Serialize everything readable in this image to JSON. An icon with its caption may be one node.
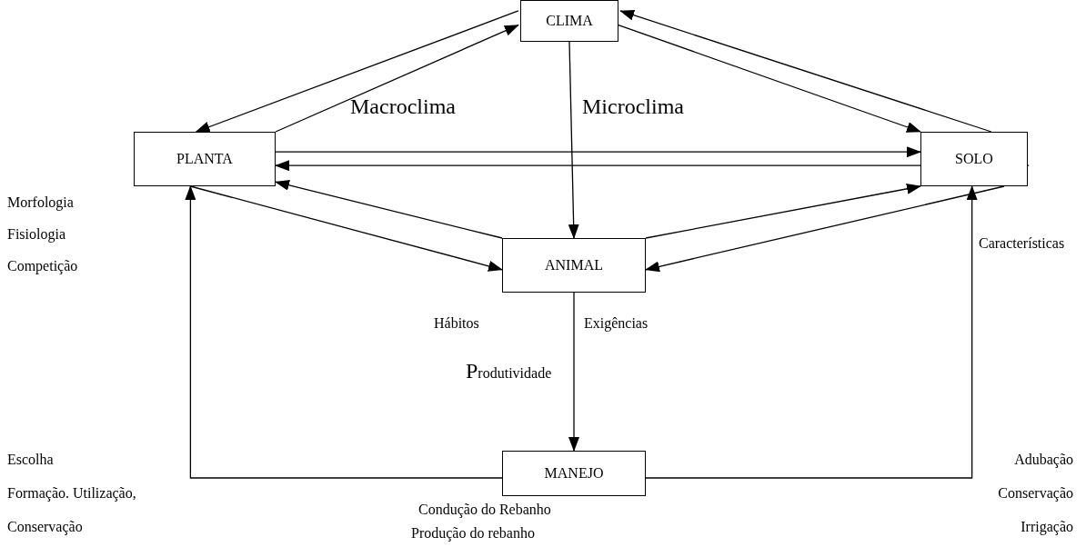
{
  "diagram": {
    "nodes": [
      {
        "text": [
          "CLIMA"
        ]
      },
      {
        "text": [
          "PLANTA"
        ]
      },
      {
        "text": [
          "SOLO"
        ]
      },
      {
        "text": [
          "ANIMAL"
        ]
      },
      {
        "text": [
          "MANEJO"
        ]
      }
    ],
    "edges": [
      {
        "from": 0,
        "to": 1,
        "arrow": "to"
      },
      {
        "from": 1,
        "to": 0,
        "arrow": "to"
      },
      {
        "from": 0,
        "to": 2,
        "arrow": "to"
      },
      {
        "from": 2,
        "to": 0,
        "arrow": "to"
      },
      {
        "from": 1,
        "to": 2,
        "arrow": "to"
      },
      {
        "from": 2,
        "to": 1,
        "arrow": "to"
      },
      {
        "from": 0,
        "to": 3,
        "arrow": "to"
      },
      {
        "from": 3,
        "to": 1,
        "arrow": "to"
      },
      {
        "from": 1,
        "to": 3,
        "arrow": "to"
      },
      {
        "from": 3,
        "to": 2,
        "arrow": "to"
      },
      {
        "from": 2,
        "to": 3,
        "arrow": "to"
      },
      {
        "from": 3,
        "to": 4,
        "arrow": "to"
      },
      {
        "from": 4,
        "to": 1,
        "arrow": "to"
      },
      {
        "from": 4,
        "to": 2,
        "arrow": "to"
      }
    ],
    "labels": [
      "Macroclima",
      "Microclima",
      "Morfologia",
      "Fisiologia",
      "Características",
      "Competição",
      "Hábitos",
      "Exigências",
      "Produtividade",
      "Escolha",
      "Adubação",
      "Formação. Utilização,",
      "Condução do Rebanho",
      "Conservação",
      "Conservação",
      "Produção do rebanho",
      "Irrigação"
    ]
  }
}
